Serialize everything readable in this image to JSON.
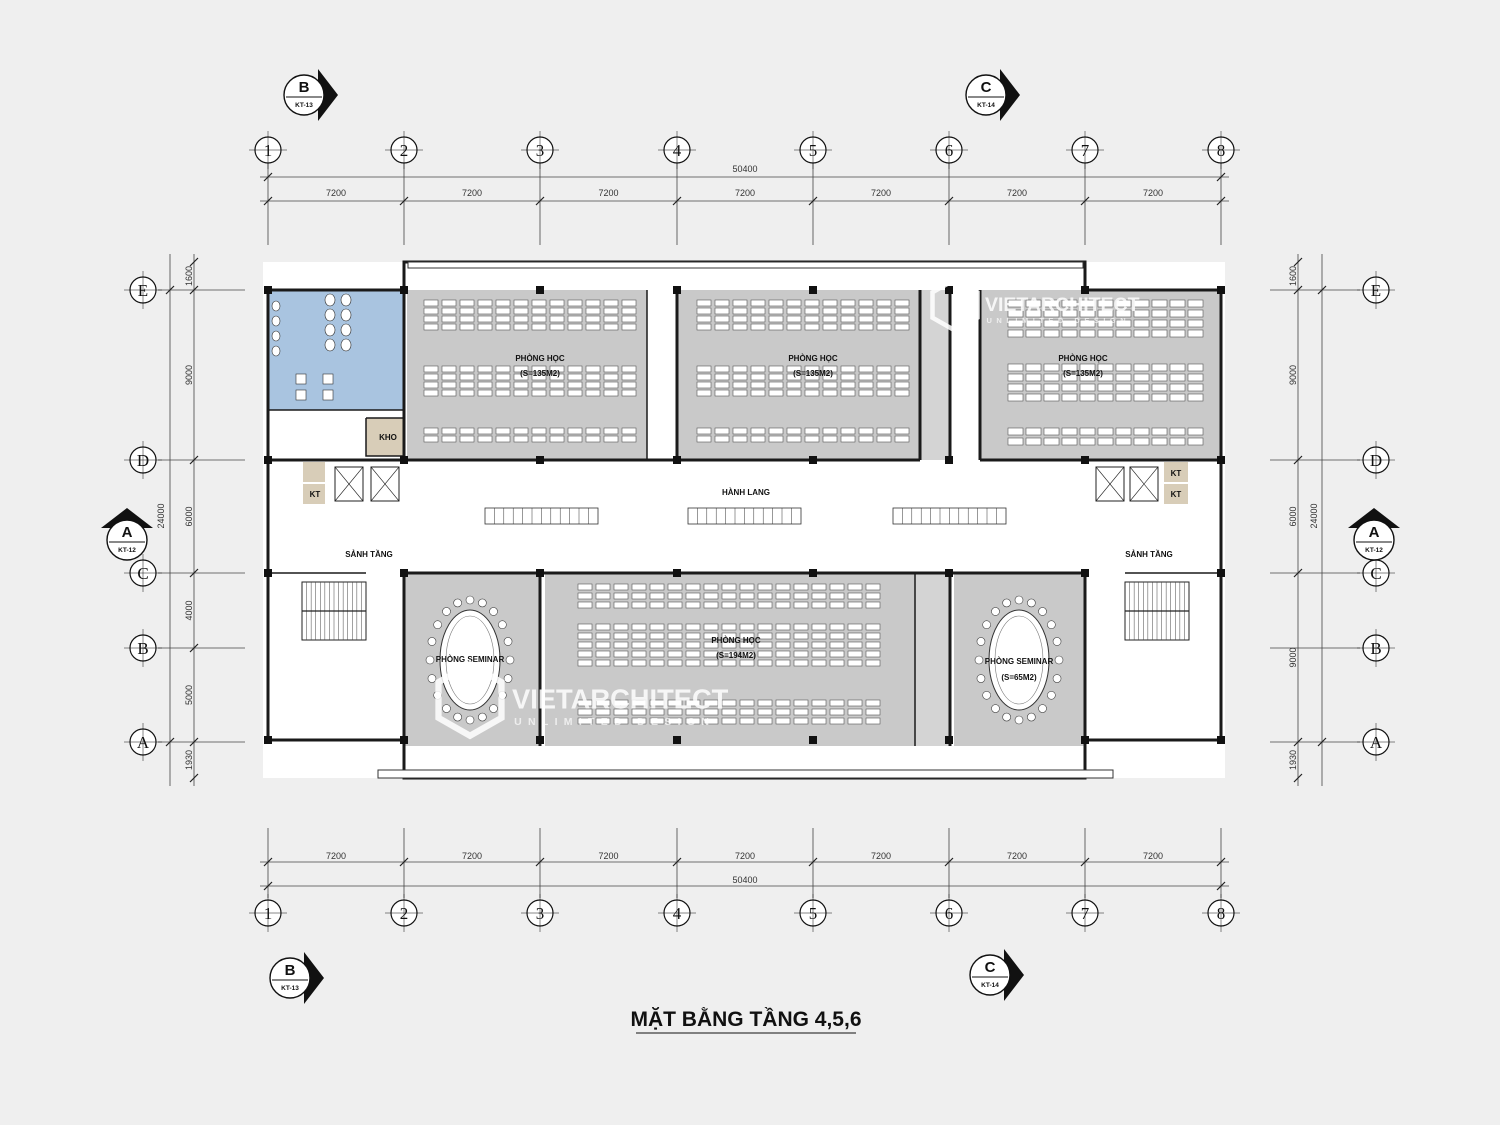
{
  "title": "MẶT BẰNG TẦNG 4,5,6",
  "grid_columns": [
    "1",
    "2",
    "3",
    "4",
    "5",
    "6",
    "7",
    "8"
  ],
  "grid_rows": [
    "E",
    "D",
    "C",
    "B",
    "A"
  ],
  "dimensions": {
    "bay": "7200",
    "total_width": "50400",
    "total_depth": "24000",
    "left_rows": [
      "1600",
      "9000",
      "6000",
      "4000",
      "5000",
      "1930"
    ],
    "right_rows": [
      "1600",
      "9000",
      "6000",
      "9000",
      "1930"
    ]
  },
  "section_marks": [
    {
      "letter": "B",
      "sheet": "KT-13"
    },
    {
      "letter": "C",
      "sheet": "KT-14"
    },
    {
      "letter": "A",
      "sheet": "KT-12"
    }
  ],
  "rooms": {
    "classroom_1": "PHÒNG HỌC",
    "classroom_1_area": "(S=135M2)",
    "classroom_2": "PHÒNG HỌC",
    "classroom_2_area": "(S=135M2)",
    "classroom_3": "PHÒNG HỌC",
    "classroom_3_area": "(S=135M2)",
    "classroom_4": "PHÒNG HỌC",
    "classroom_4_area": "(S=194M2)",
    "seminar_left": "PHÒNG SEMINAR",
    "seminar_right": "PHÒNG SEMINAR",
    "seminar_right_area": "(S=65M2)",
    "corridor": "HÀNH LANG",
    "lobby_left": "SẢNH TẦNG",
    "lobby_right": "SẢNH TẦNG",
    "storage": "KHO",
    "kt": "KT"
  },
  "watermark": {
    "brand": "VIETARCHITECT",
    "tagline": "UNLIMITED DESIGN"
  },
  "colors": {
    "background": "#efefef",
    "room_gray": "#c9c9c9",
    "wc_blue": "#a9c4e0",
    "wall": "#1a1a1a"
  }
}
